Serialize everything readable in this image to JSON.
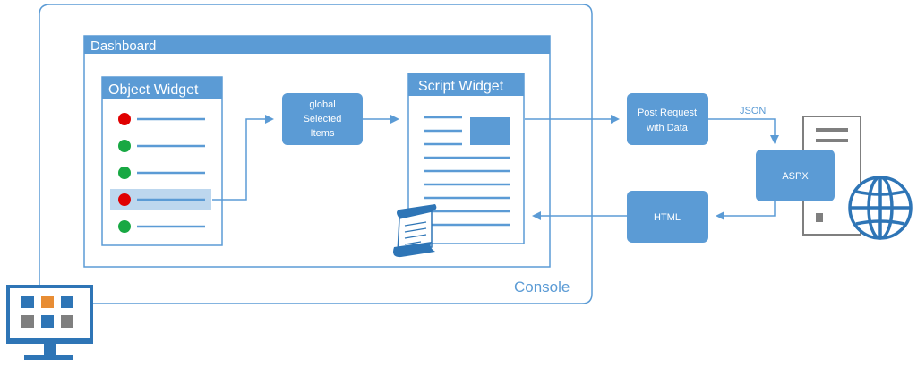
{
  "console": {
    "label": "Console"
  },
  "dashboard": {
    "title": "Dashboard"
  },
  "object_widget": {
    "title": "Object Widget",
    "items": [
      {
        "status": "red"
      },
      {
        "status": "green"
      },
      {
        "status": "green"
      },
      {
        "status": "red",
        "selected": true
      },
      {
        "status": "green"
      }
    ]
  },
  "global_selected": {
    "line1": "global",
    "line2": "Selected",
    "line3": "Items"
  },
  "script_widget": {
    "title": "Script Widget"
  },
  "post_request": {
    "line1": "Post Request",
    "line2": "with Data"
  },
  "json_label": "JSON",
  "aspx": {
    "label": "ASPX"
  },
  "html_box": {
    "label": "HTML"
  },
  "icons": {
    "monitor": "monitor-app-icon",
    "scroll": "script-scroll-icon",
    "server": "server-icon",
    "globe": "globe-icon"
  },
  "colors": {
    "accent": "#5B9BD5",
    "dark": "#4A86C5",
    "status_red": "#E00000",
    "status_green": "#18A843",
    "orange": "#E88D34",
    "gray": "#7F7F7F",
    "selection": "#BDD7EE"
  }
}
